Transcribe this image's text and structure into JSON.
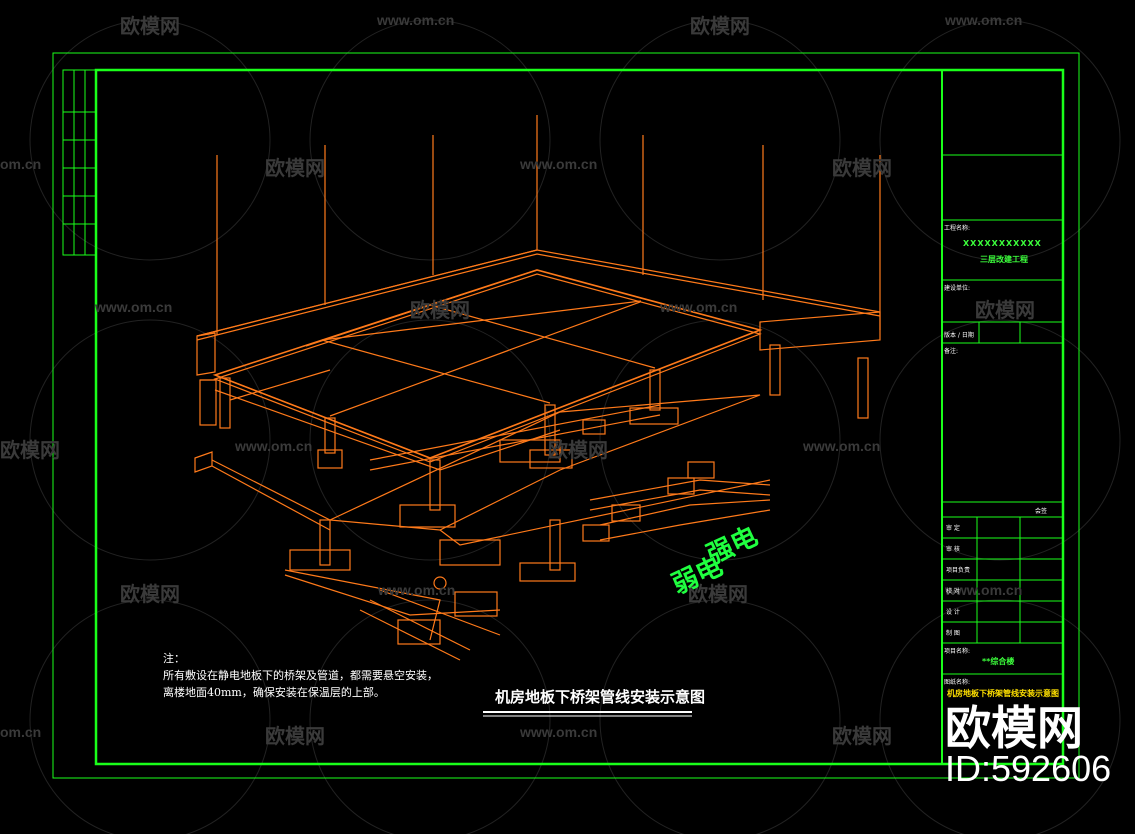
{
  "watermark": {
    "url": "www.om.cn",
    "url_short": "om.cn",
    "brand": "欧模网"
  },
  "labels": {
    "strong_current": "强电",
    "weak_current": "弱电"
  },
  "notes": {
    "heading": "注：",
    "line1": "所有敷设在静电地板下的桥架及管道，都需要悬空安装，",
    "line2": "离楼地面40mm，确保安装在保温层的上部。"
  },
  "drawing_title": "机房地板下桥架管线安装示意图",
  "title_block": {
    "project_name_label": "工程名称:",
    "project_name": "XXXXXXXXXXX",
    "project_sub": "三层改建工程",
    "design_unit_label": "建设单位:",
    "version_label": "版本 / 日期",
    "remarks_label": "备注:",
    "signoff_header": "会签",
    "roles": [
      "审 定",
      "审 核",
      "项目负责",
      "校 对",
      "设 计",
      "制 图"
    ],
    "project_label": "项目名称:",
    "building": "**综合楼",
    "drawing_name_label": "图纸名称:",
    "drawing_name": "机房地板下桥架管线安装示意图"
  },
  "brand": {
    "logo": "欧模网",
    "id": "ID:592606"
  },
  "colors": {
    "frame": "#1aff1a",
    "drawing": "#ff7a1a",
    "label": "#20ff40"
  }
}
